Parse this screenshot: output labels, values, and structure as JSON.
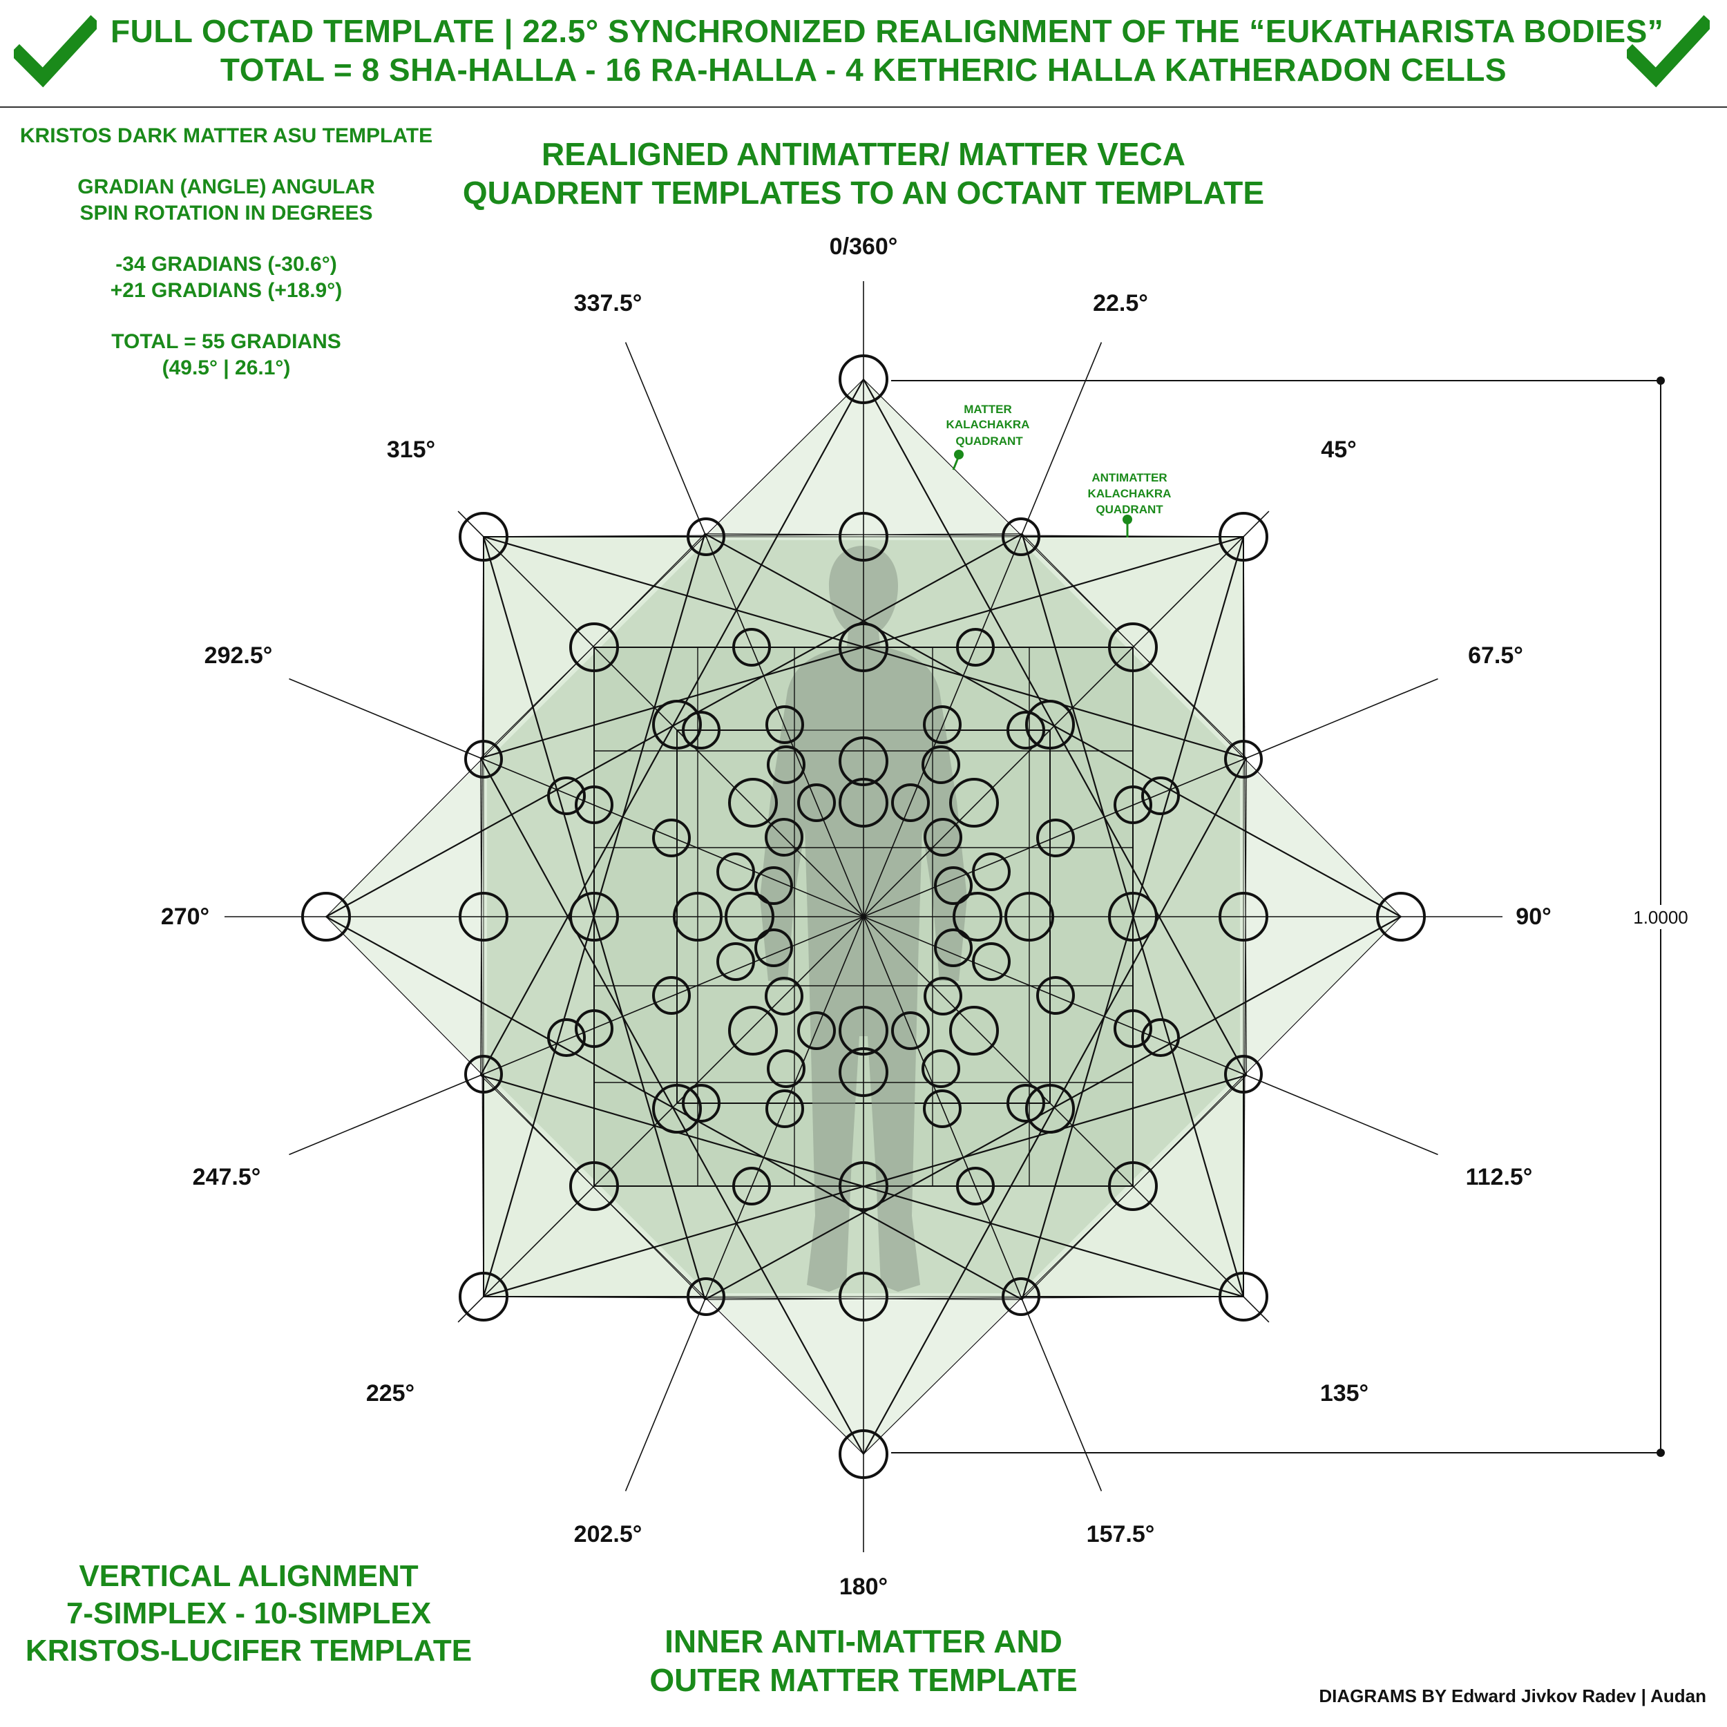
{
  "header": {
    "title_line1": "FULL OCTAD TEMPLATE | 22.5° SYNCHRONIZED REALIGNMENT OF THE “EUKATHARISTA BODIES”",
    "title_line2": "TOTAL = 8 SHA-HALLA - 16 RA-HALLA - 4 KETHERIC HALLA KATHERADON CELLS",
    "check_icon_color": "#1a8a1a"
  },
  "left_notes": {
    "line1": "KRISTOS DARK MATTER ASU TEMPLATE",
    "line2": "GRADIAN (ANGLE) ANGULAR",
    "line3": "SPIN ROTATION IN DEGREES",
    "line4": "-34 GRADIANS (-30.6°)",
    "line5": "+21 GRADIANS (+18.9°)",
    "line6": "TOTAL = 55 GRADIANS",
    "line7": "(49.5° | 26.1°)"
  },
  "subtitle": {
    "line1": "REALIGNED ANTIMATTER/ MATTER VECA",
    "line2": "QUADRENT TEMPLATES TO AN OCTANT TEMPLATE"
  },
  "angle_labels": [
    "0/360°",
    "22.5°",
    "45°",
    "67.5°",
    "90°",
    "112.5°",
    "135°",
    "157.5°",
    "180°",
    "202.5°",
    "225°",
    "247.5°",
    "270°",
    "292.5°",
    "315°",
    "337.5°"
  ],
  "annotations": {
    "matter": [
      "MATTER",
      "KALACHAKRA",
      "QUADRANT"
    ],
    "antimatter": [
      "ANTIMATTER",
      "KALACHAKRA",
      "QUADRANT"
    ],
    "dimension": "1.0000"
  },
  "bottom_left": {
    "line1": "VERTICAL ALIGNMENT",
    "line2": "7-SIMPLEX - 10-SIMPLEX",
    "line3": "KRISTOS-LUCIFER TEMPLATE"
  },
  "bottom_center": {
    "line1": "INNER ANTI-MATTER AND",
    "line2": "OUTER MATTER TEMPLATE"
  },
  "credit": "DIAGRAMS BY Edward Jivkov Radev | Audan",
  "colors": {
    "accent_green": "#1a8a1a",
    "fill_light": "#dbe9d6",
    "fill_mid": "#b9cfb4",
    "silhouette": "#8d9b8a",
    "line": "#111111"
  }
}
